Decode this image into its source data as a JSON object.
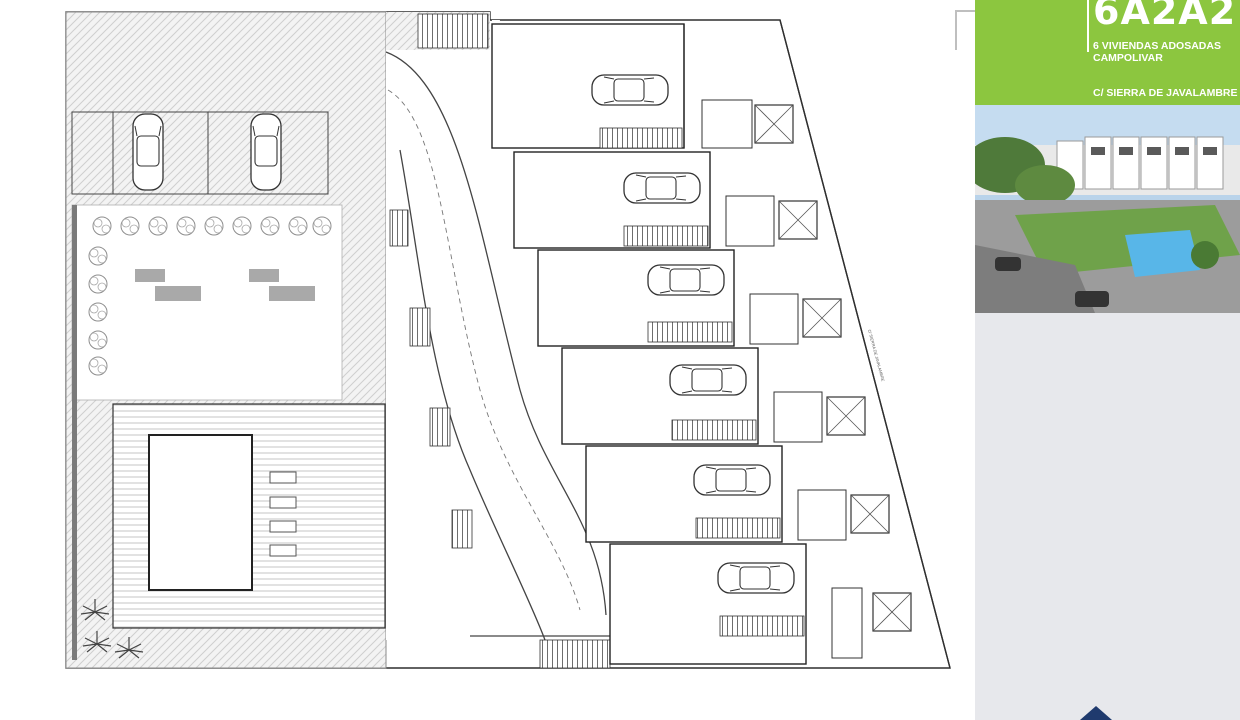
{
  "brand": {
    "code": "6A2A2",
    "subtitle_line1": "6 VIVIENDAS ADOSADAS",
    "subtitle_line2": "CAMPOLIVAR",
    "street": "C/ SIERRA DE JAVALAMBRE"
  },
  "plan": {
    "street_label": "C/ SIERRA DE JAVALAMBRE",
    "house_count": 6,
    "parking_spaces": 2,
    "colors": {
      "line": "#3a3a3a",
      "paving": "#dcdcdc",
      "deck": "#c7c7c7",
      "tree": "#9a9a9a"
    }
  },
  "icons": [
    "car-icon",
    "tree-icon",
    "palm-icon",
    "brand-logo-icon"
  ],
  "colors": {
    "brand_green": "#8cc63f",
    "sidebar_grey": "#e7e8ec",
    "logo_blue": "#1f3a6e"
  }
}
